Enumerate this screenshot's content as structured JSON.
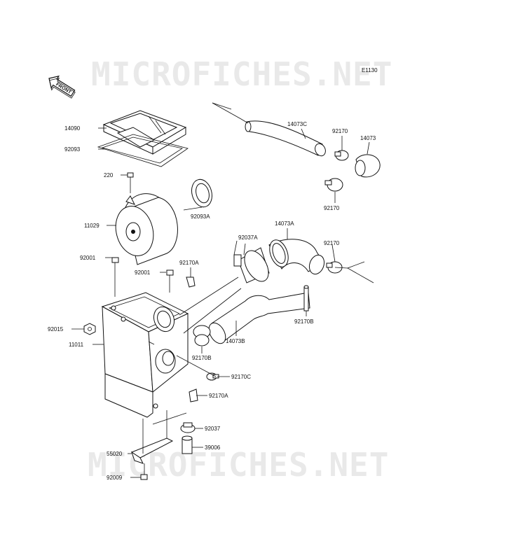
{
  "watermarks": [
    "MICROFICHES.NET",
    "MICROFICHES.NET"
  ],
  "diagram_code": "E1130",
  "front_badge": "FRONT",
  "part_labels": {
    "p14090": "14090",
    "p92093": "92093",
    "p220": "220",
    "p11029": "11029",
    "p92093A": "92093A",
    "p92001a": "92001",
    "p92001b": "92001",
    "p92170A_top": "92170A",
    "p92015": "92015",
    "p11011": "11011",
    "p92037A": "92037A",
    "p14073A": "14073A",
    "p92170_mid": "92170",
    "p14073C": "14073C",
    "p92170_top": "92170",
    "p14073": "14073",
    "p92170_low": "92170",
    "p14073B": "14073B",
    "p92170B_right": "92170B",
    "p92170B_left": "92170B",
    "p92170C": "92170C",
    "p92170A_low": "92170A",
    "p92037": "92037",
    "p39006": "39006",
    "p55020": "55020",
    "p92009": "92009"
  }
}
